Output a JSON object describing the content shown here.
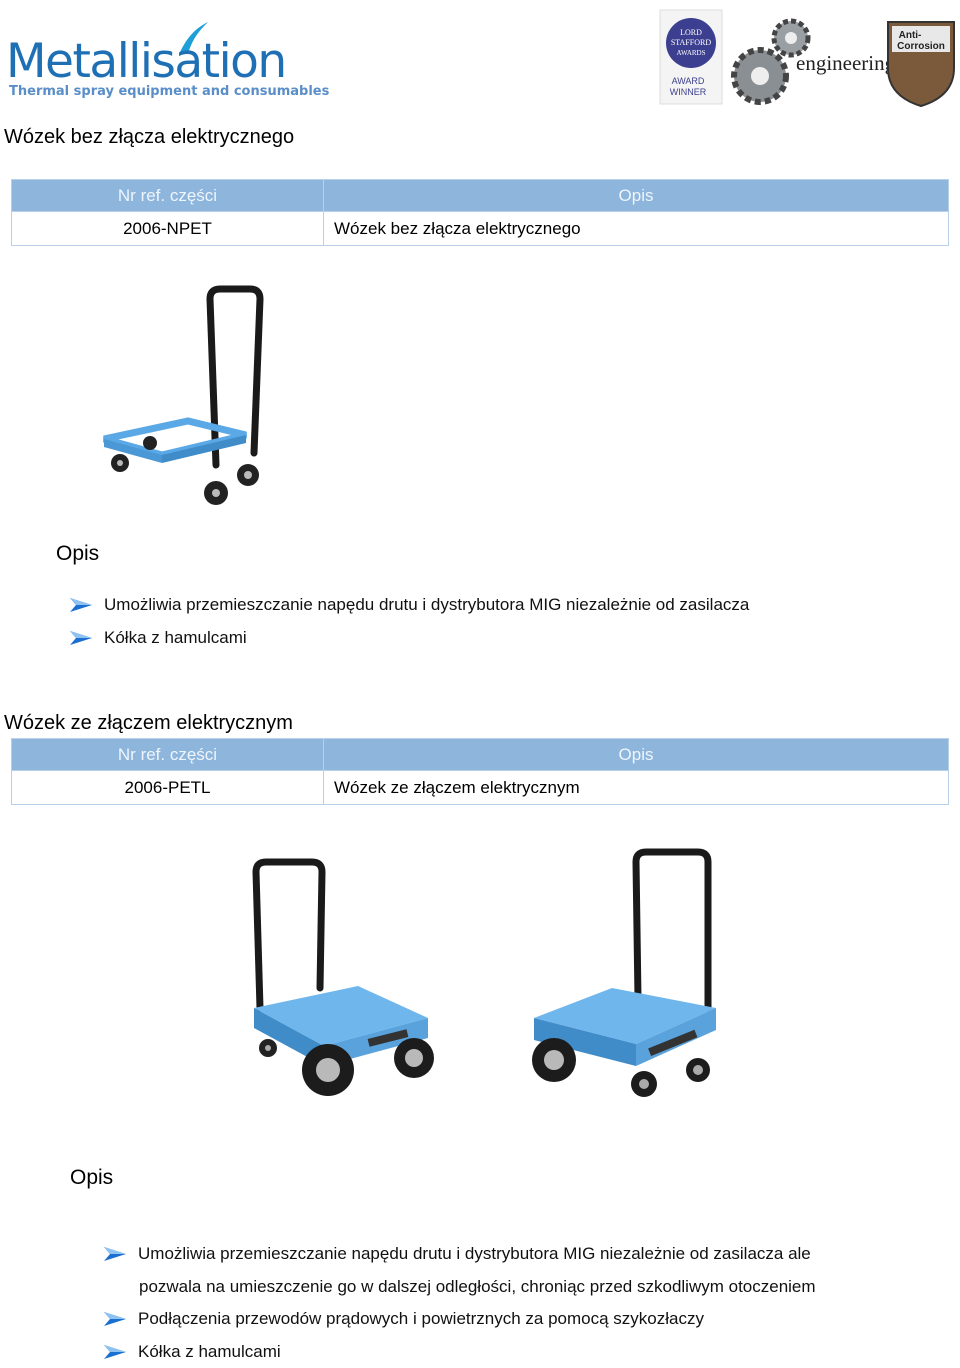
{
  "header": {
    "logo_text": "Metallisation",
    "logo_tagline": "Thermal spray equipment and consumables",
    "badges": {
      "award_lines": [
        "LORD",
        "STAFFORD",
        "AWARDS"
      ],
      "award_winner": [
        "AWARD",
        "WINNER"
      ],
      "engineering_text": "engineering",
      "anti_corrosion_lines": [
        "Anti-",
        "Corrosion"
      ]
    }
  },
  "section1": {
    "title": "Wózek bez złącza elektrycznego",
    "table": {
      "headers": [
        "Nr ref. części",
        "Opis"
      ],
      "rows": [
        {
          "ref": "2006-NPET",
          "desc": "Wózek bez złącza elektrycznego"
        }
      ]
    },
    "opis_heading": "Opis",
    "bullets": [
      "Umożliwia przemieszczanie napędu drutu i dystrybutora MIG niezależnie od zasilacza",
      "Kółka z hamulcami"
    ]
  },
  "section2": {
    "title": "Wózek ze złączem elektrycznym",
    "table": {
      "headers": [
        "Nr ref. części",
        "Opis"
      ],
      "rows": [
        {
          "ref": "2006-PETL",
          "desc": "Wózek ze złączem elektrycznym"
        }
      ]
    },
    "opis_heading": "Opis",
    "bullets": [
      {
        "line1": "Umożliwia przemieszczanie napędu drutu i dystrybutora MIG niezależnie od zasilacza ale",
        "line2": "pozwala na umieszczenie go w dalszej odległości, chroniąc przed szkodliwym otoczeniem"
      },
      {
        "line1": "Podłączenia przewodów prądowych i powietrznych za pomocą szykozłaczy"
      },
      {
        "line1": "Kółka z hamulcami"
      }
    ]
  },
  "colors": {
    "brand_blue": "#1f6fb5",
    "table_header_bg": "#8eb5dc",
    "table_border": "#b9d0e8",
    "cart_blue": "#5aa9e6",
    "bullet_blue": "#1a6fd0"
  },
  "icons": [
    "bullet-arrow-icon",
    "gear-icon",
    "award-badge-icon",
    "anti-corrosion-shield-icon"
  ]
}
